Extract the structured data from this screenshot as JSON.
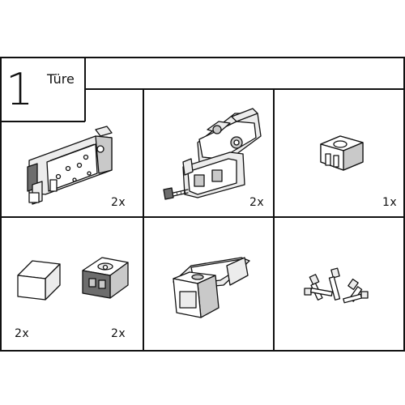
{
  "header": {
    "step_number": "1",
    "title": "Türe"
  },
  "cells": [
    {
      "id": "top-hanger-assembly",
      "quantity": "2x"
    },
    {
      "id": "carriage-with-screw",
      "quantity": "2x"
    },
    {
      "id": "top-guide-block",
      "quantity": "1x"
    },
    {
      "id": "buffer-block",
      "quantity": "2x"
    },
    {
      "id": "stop-block",
      "quantity": "2x"
    },
    {
      "id": "floor-guide",
      "quantity": ""
    },
    {
      "id": "screw-set",
      "quantity": ""
    }
  ]
}
